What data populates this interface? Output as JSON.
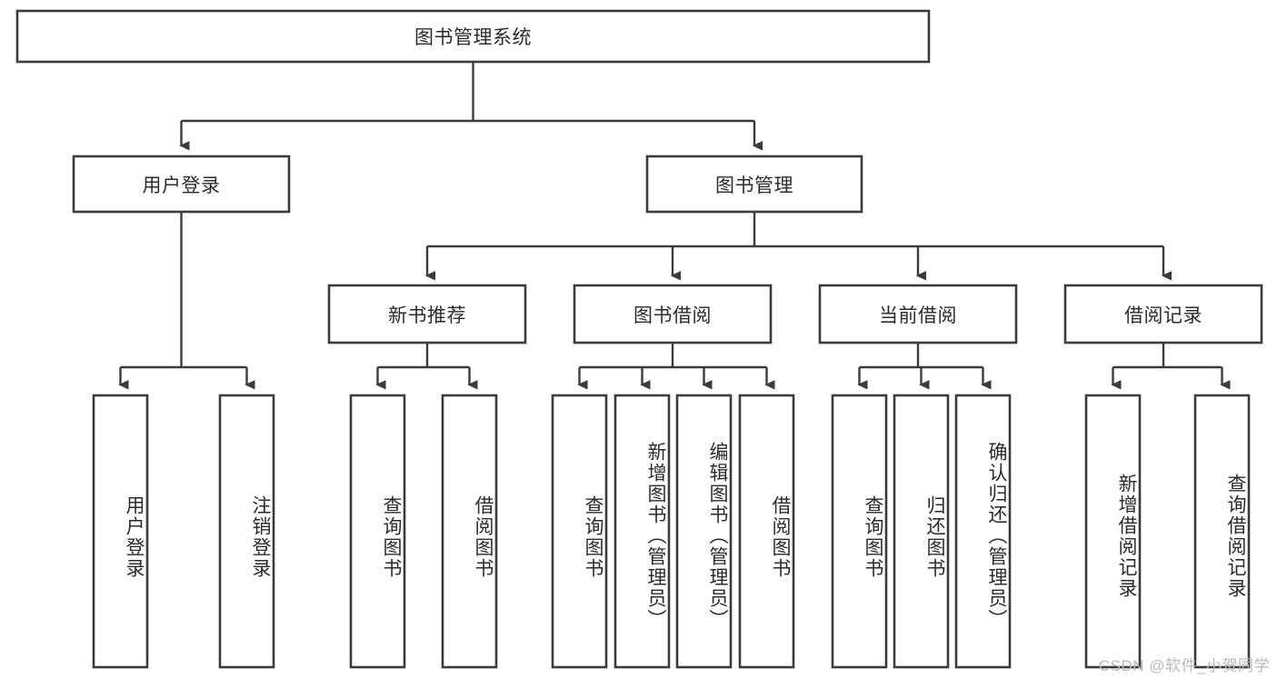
{
  "diagram": {
    "title": "图书管理系统",
    "type": "tree-hierarchy-chart",
    "watermark": "CSDN @软件_小贺同学",
    "root": {
      "label": "图书管理系统"
    },
    "level2": [
      {
        "label": "用户登录"
      },
      {
        "label": "图书管理"
      }
    ],
    "level3": [
      {
        "label": "新书推荐"
      },
      {
        "label": "图书借阅"
      },
      {
        "label": "当前借阅"
      },
      {
        "label": "借阅记录"
      }
    ],
    "leaves": {
      "user_login": [
        {
          "label": "用户登录"
        },
        {
          "label": "注销登录"
        }
      ],
      "new_book_recommend": [
        {
          "label": "查询图书"
        },
        {
          "label": "借阅图书"
        }
      ],
      "book_borrow": [
        {
          "label": "查询图书"
        },
        {
          "label": "新增图书（管理员）"
        },
        {
          "label": "编辑图书（管理员）"
        },
        {
          "label": "借阅图书"
        }
      ],
      "current_borrow": [
        {
          "label": "查询图书"
        },
        {
          "label": "归还图书"
        },
        {
          "label": "确认归还（管理员）"
        }
      ],
      "borrow_records": [
        {
          "label": "新增借阅记录"
        },
        {
          "label": "查询借阅记录"
        }
      ]
    },
    "colors": {
      "stroke": "#3b3b3b",
      "fill": "#ffffff",
      "text": "#2b2b2b",
      "watermark": "#b9b9b9"
    }
  }
}
